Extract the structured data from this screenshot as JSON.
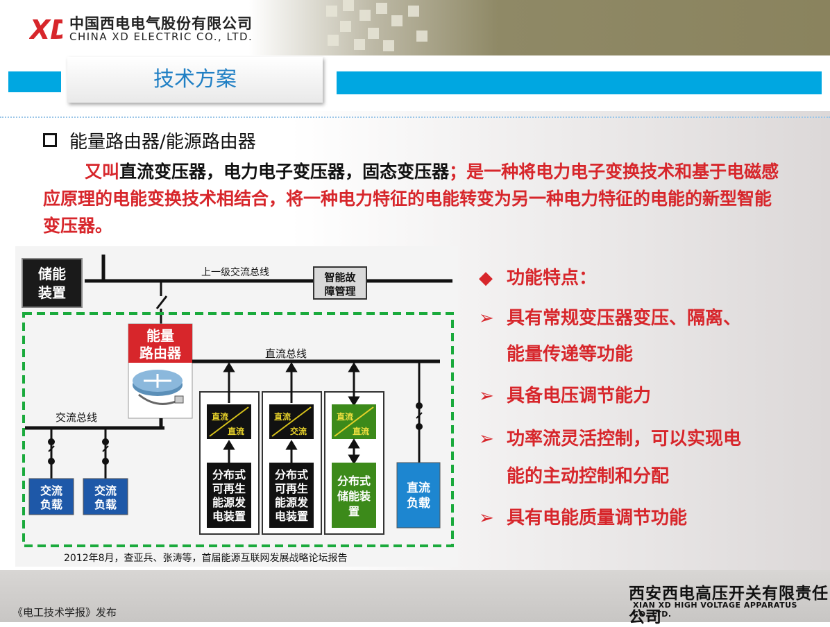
{
  "header": {
    "company_cn": "中国西电电气股份有限公司",
    "company_en": "CHINA XD ELECTRIC CO., LTD.",
    "logo_text": "XD"
  },
  "title": "技术方案",
  "heading": "能量路由器/能源路由器",
  "paragraph": {
    "prefix": "又叫",
    "term1": "直流变压器",
    "term2": "电力电子变压器",
    "term3": "固态变压器",
    "sep": "，",
    "semicolon": "；",
    "rest": "是一种将电力电子变换技术和基于电磁感应原理的电能变换技术相结合，将一种电力特征的电能转变为另一种电力特征的电能的新型智能变压器。"
  },
  "diagram": {
    "storage": [
      "储能",
      "装置"
    ],
    "ac_bus_top": "上一级交流总线",
    "fault_mgmt": [
      "智能故",
      "障管理"
    ],
    "router": [
      "能量",
      "路由器"
    ],
    "dc_bus": "直流总线",
    "ac_bus": "交流总线",
    "ac_load": [
      "交流",
      "负载"
    ],
    "conv1": [
      "直流",
      "直流"
    ],
    "conv2": [
      "直流",
      "交流"
    ],
    "conv3": [
      "直流",
      "直流"
    ],
    "gen1": [
      "分布式",
      "可再生",
      "能源发",
      "电装置"
    ],
    "gen2": [
      "分布式",
      "可再生",
      "能源发",
      "电装置"
    ],
    "storage2": [
      "分布式",
      "储能装",
      "置"
    ],
    "dc_load": [
      "直流",
      "负载"
    ],
    "caption": "2012年8月，查亚兵、张涛等，首届能源互联网发展战略论坛报告"
  },
  "features": {
    "title": "功能特点：",
    "items": [
      "具有常规变压器变压、隔离、",
      "能量传递等功能",
      "具备电压调节能力",
      "功率流灵活控制，可以实现电",
      "能的主动控制和分配",
      "具有电能质量调节功能"
    ]
  },
  "footer": {
    "source": "《电工技术学报》发布",
    "company_cn": "西安西电高压开关有限责任公司",
    "company_en": "XIAN XD HIGH VOLTAGE APPARATUS CO.,LTD."
  },
  "colors": {
    "accent_red": "#d7262b",
    "accent_blue": "#00a7e1",
    "title_blue": "#1f7fc4",
    "dashed_green": "#1aaa3c"
  }
}
